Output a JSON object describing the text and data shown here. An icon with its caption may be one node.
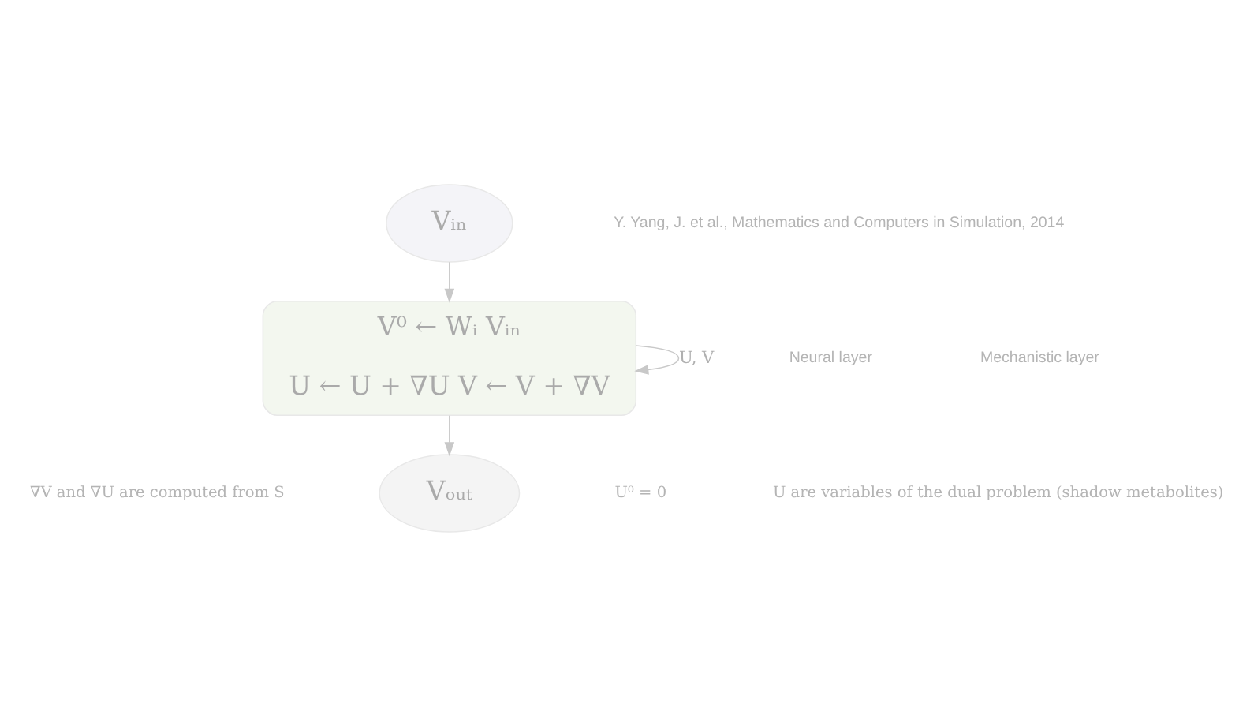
{
  "diagram": {
    "nodes": [
      {
        "text": [
          "Vᵢₙ"
        ]
      },
      {
        "text": [
          "V⁰ ← Wᵢ Vᵢₙ",
          "U ← U + ∇U V ← V + ∇V"
        ]
      },
      {
        "text": [
          "Vₒᵤₜ"
        ]
      }
    ],
    "edges": [
      {
        "from": 0,
        "to": 1,
        "arrow": "to"
      },
      {
        "from": 1,
        "to": 1,
        "arrow": "to",
        "label": "U, V"
      },
      {
        "from": 1,
        "to": 2,
        "arrow": "to"
      }
    ],
    "labels": [
      "Y. Yang, J. et al., Mathematics and Computers in Simulation, 2014",
      "Neural layer",
      "Mechanistic layer",
      "∇V and ∇U are computed from S",
      "U⁰ = 0",
      "U are variables of the dual problem (shadow metabolites)"
    ]
  }
}
